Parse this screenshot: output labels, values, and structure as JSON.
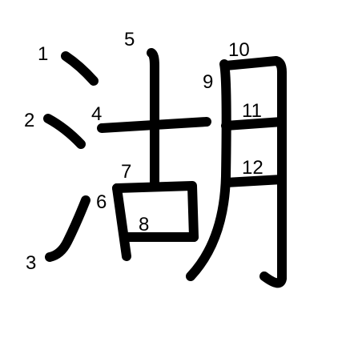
{
  "character": "湖",
  "stroke_color": "#000000",
  "background_color": "#ffffff",
  "stroke_numbers": [
    "1",
    "2",
    "3",
    "4",
    "5",
    "6",
    "7",
    "8",
    "9",
    "10",
    "11",
    "12"
  ]
}
